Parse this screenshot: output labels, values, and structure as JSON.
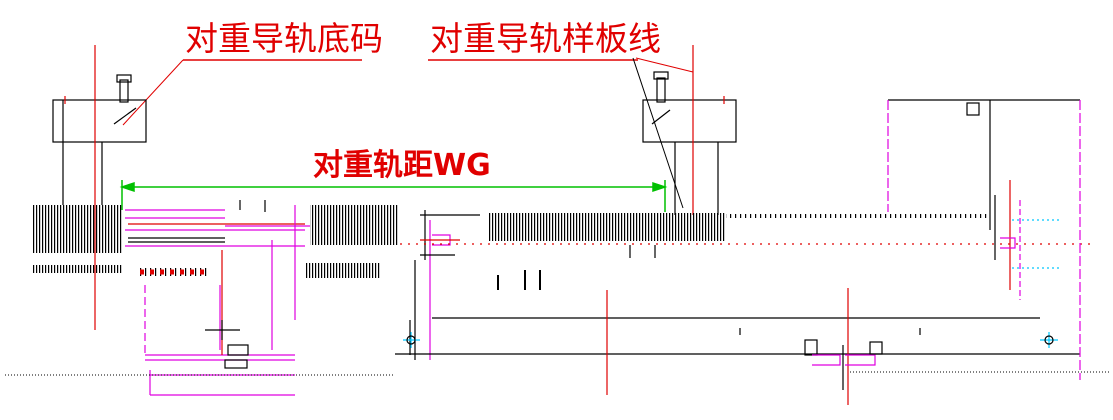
{
  "labels": {
    "bracket_label": "对重导轨底码",
    "template_line_label": "对重导轨样板线",
    "rail_gauge_label": "对重轨距WG"
  },
  "colors": {
    "label_red": "#e00000",
    "line_black": "#000000",
    "dimension_green": "#00c000",
    "magenta": "#e000e0",
    "cyan": "#00c8ff",
    "dark_red": "#c00000"
  }
}
